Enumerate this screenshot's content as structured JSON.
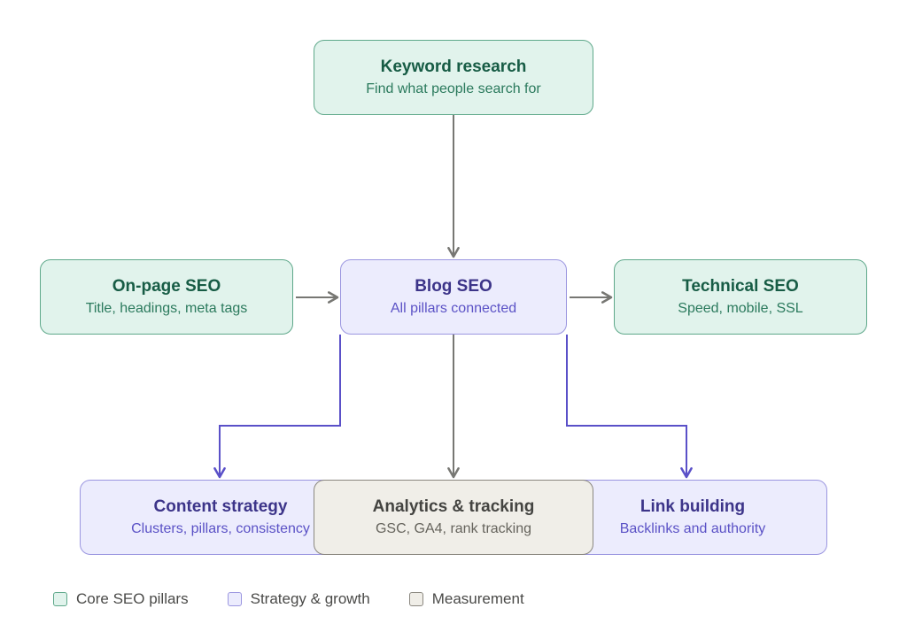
{
  "diagram": {
    "nodes": {
      "keyword": {
        "title": "Keyword research",
        "subtitle": "Find what people search for",
        "category": "core"
      },
      "onpage": {
        "title": "On-page SEO",
        "subtitle": "Title, headings, meta tags",
        "category": "core"
      },
      "blog": {
        "title": "Blog SEO",
        "subtitle": "All pillars connected",
        "category": "strategy"
      },
      "technical": {
        "title": "Technical SEO",
        "subtitle": "Speed, mobile, SSL",
        "category": "core"
      },
      "content": {
        "title": "Content strategy",
        "subtitle": "Clusters, pillars, consistency",
        "category": "strategy"
      },
      "analytics": {
        "title": "Analytics & tracking",
        "subtitle": "GSC, GA4, rank tracking",
        "category": "measurement"
      },
      "link": {
        "title": "Link building",
        "subtitle": "Backlinks and authority",
        "category": "strategy"
      }
    },
    "edges": [
      {
        "from": "keyword",
        "to": "blog",
        "color": "gray"
      },
      {
        "from": "onpage",
        "to": "blog",
        "color": "gray"
      },
      {
        "from": "blog",
        "to": "technical",
        "color": "gray"
      },
      {
        "from": "blog",
        "to": "content",
        "color": "purple"
      },
      {
        "from": "blog",
        "to": "analytics",
        "color": "gray"
      },
      {
        "from": "blog",
        "to": "link",
        "color": "purple"
      }
    ]
  },
  "legend": {
    "items": [
      {
        "label": "Core SEO pillars",
        "category": "core"
      },
      {
        "label": "Strategy & growth",
        "category": "strategy"
      },
      {
        "label": "Measurement",
        "category": "measurement"
      }
    ]
  },
  "colors": {
    "core_fill": "#e1f3ec",
    "core_border": "#5ea88a",
    "strategy_fill": "#ececfd",
    "strategy_border": "#9b96e0",
    "measurement_fill": "#f0eee8",
    "measurement_border": "#8a877f",
    "edge_gray": "#777773",
    "edge_purple": "#5a50c8"
  }
}
